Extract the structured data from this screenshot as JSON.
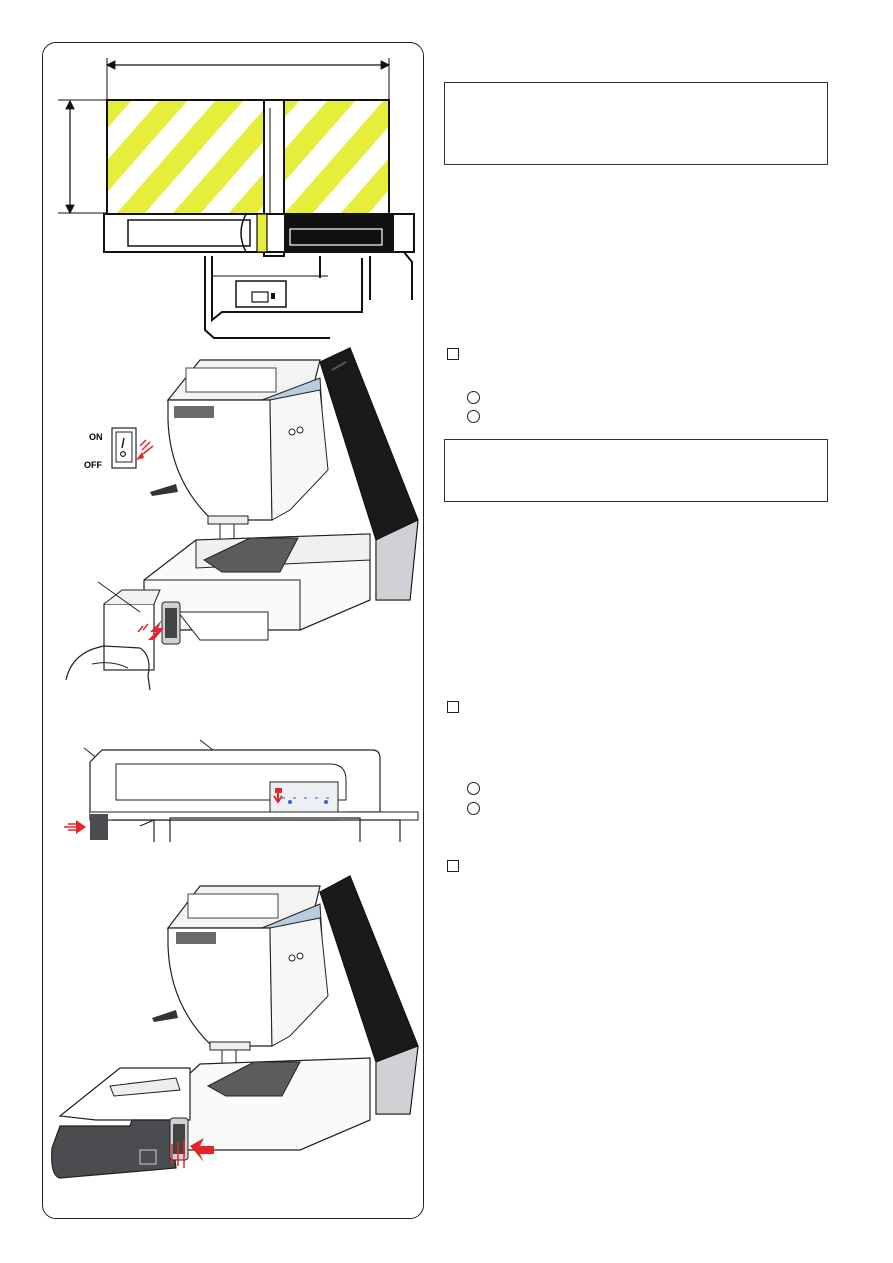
{
  "switch_panel": {
    "on_label": "ON",
    "off_label": "OFF"
  },
  "colors": {
    "stripe_yellow": "#e6ee3c",
    "arrow_red": "#e3262b",
    "machine_black": "#1a1a1a",
    "carriage_gray": "#4a4c50"
  },
  "right_column": {
    "step_markers": 3,
    "callout_circles_per_step": 2,
    "caution_boxes": 2
  }
}
